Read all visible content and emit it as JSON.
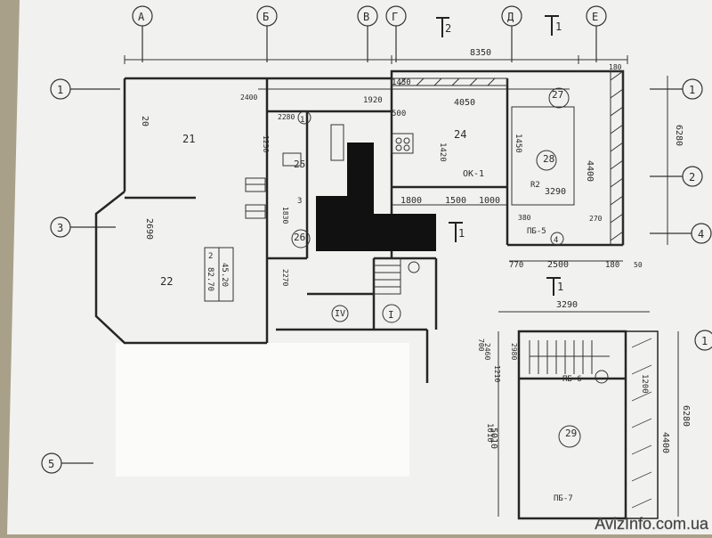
{
  "axes": {
    "letters_top": [
      "А",
      "Б",
      "В",
      "Г",
      "Д",
      "Е"
    ],
    "numbers_left": [
      "1",
      "3",
      "5"
    ],
    "numbers_right": [
      "1",
      "2",
      "4",
      "1"
    ]
  },
  "section_marks": [
    "2",
    "1",
    "1",
    "1"
  ],
  "dimensions": {
    "overall_top": "8350",
    "top_segments": [
      "1920",
      "1450",
      "500",
      "4050"
    ],
    "mid_row": [
      "1800",
      "1500",
      "1000"
    ],
    "right_block_width": "3290",
    "right_block_bottom": [
      "770",
      "2500",
      "180"
    ],
    "right_height_top": "6280",
    "right_height_mid": "4400",
    "lower_block_width": "3290",
    "lower_block_height": "6280",
    "lower_block_segments": [
      "5010",
      "4400",
      "1200"
    ],
    "small_dims": [
      "2280",
      "1230",
      "2400",
      "180",
      "380",
      "50",
      "2270",
      "1830",
      "270",
      "700",
      "1210"
    ]
  },
  "rooms": {
    "r21": "21",
    "r22": "22",
    "r22_dim": "2690",
    "r24": "24",
    "r24_dim": "1420",
    "r25": "25",
    "r26": "26",
    "r27": "27",
    "r28": "28",
    "r29": "29",
    "r20": "20"
  },
  "labels": {
    "ok": "ОК-1",
    "pb5": "ПБ-5",
    "pb6": "ПБ-6",
    "pb7": "ПБ-7",
    "area_label": "45.20",
    "area_sub": "82.70",
    "area_prefix": "2",
    "room_num_4": "4",
    "roman_iv": "IV",
    "roman_i": "I",
    "marker_1": "1",
    "marker_3": "3",
    "r2_label": "R2",
    "dim_1450": "1450",
    "dim_1010": "1010",
    "dim_2980": "2980",
    "dim_2460": "2460"
  },
  "watermark": "AvizInfo.com.ua",
  "colors": {
    "paper": "#f2f2f0",
    "ink": "#2a2a2a",
    "redaction": "#111111",
    "backdrop": "#a8a088",
    "watermark": "#ffffff"
  }
}
